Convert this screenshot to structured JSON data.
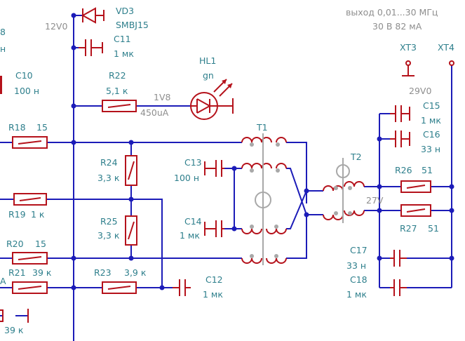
{
  "labels": {
    "output_line1": "выход   0,01...30 МГц",
    "output_line2": "30 В    82 мА",
    "net_12v0": "12V0",
    "net_1v8": "1V8",
    "net_450ua": "450uA",
    "net_29v0": "29V0",
    "net_27v": "27V",
    "vd3_ref": "VD3",
    "vd3_val": "SMBJ15",
    "c11_ref": "C11",
    "c11_val": "1 мк",
    "c10_ref": "C10",
    "c10_val": "100 н",
    "r22_ref": "R22",
    "r22_val": "5,1 к",
    "hl1_ref": "HL1",
    "hl1_val": "gn",
    "r18_ref": "R18",
    "r18_val": "15",
    "t1_ref": "T1",
    "t2_ref": "T2",
    "c13_ref": "C13",
    "c13_val": "100 н",
    "c14_ref": "C14",
    "c14_val": "1 мк",
    "r24_ref": "R24",
    "r24_val": "3,3 к",
    "r25_ref": "R25",
    "r25_val": "3,3 к",
    "r19_ref": "R19",
    "r19_val": "1 к",
    "r20_ref": "R20",
    "r20_val": "15",
    "r21_ref": "R21",
    "r21_val": "39 к",
    "r23_ref": "R23",
    "r23_val": "3,9 к",
    "c12_ref": "C12",
    "c12_val": "1 мк",
    "left_val_39k": "39 к",
    "xt3_ref": "XT3",
    "xt4_ref": "XT4",
    "c15_ref": "C15",
    "c15_val": "1 мк",
    "c16_ref": "C16",
    "c16_val": "33 н",
    "r26_ref": "R26",
    "r26_val": "51",
    "r27_ref": "R27",
    "r27_val": "51",
    "c17_ref": "C17",
    "c17_val": "33 н",
    "c18_ref": "C18",
    "c18_val": "1 мк",
    "edge_8": "8",
    "edge_h": "н",
    "edge_a": "A"
  }
}
